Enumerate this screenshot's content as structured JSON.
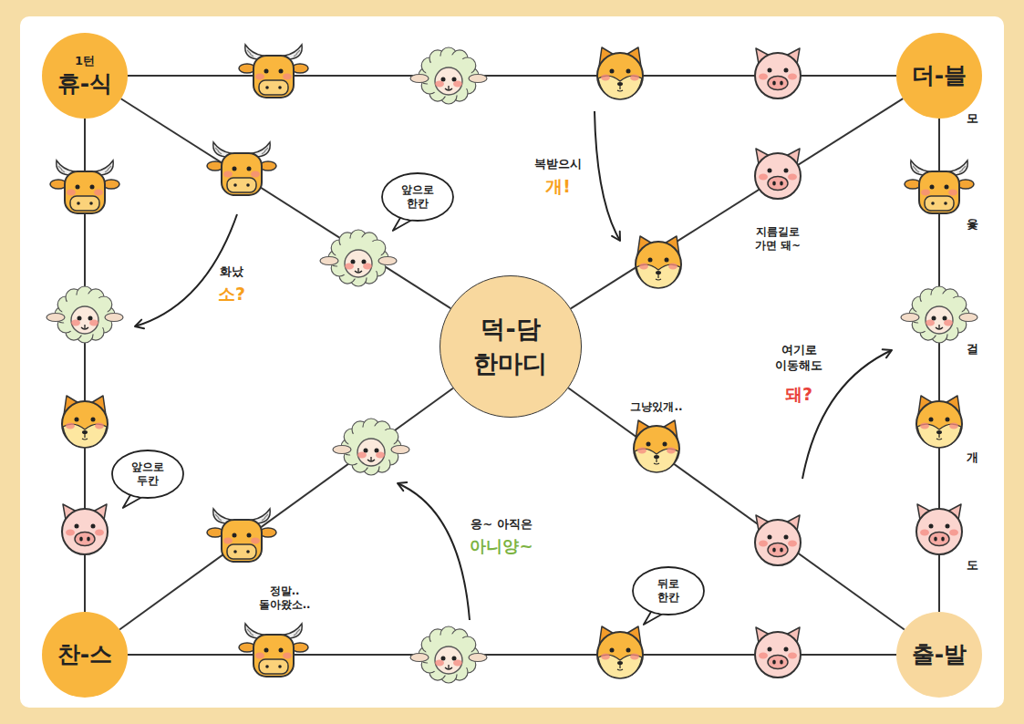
{
  "diagram": {
    "nodes": [
      {
        "text": [
          "1턴",
          "휴-식"
        ]
      },
      {
        "text": [
          "더-블"
        ]
      },
      {
        "text": [
          "앞으로 한칸"
        ]
      },
      {
        "text": [
          "덕-담 한마디"
        ]
      },
      {
        "text": [
          "앞으로 두칸"
        ]
      },
      {
        "text": [
          "뒤로 한칸"
        ]
      },
      {
        "text": [
          "찬-스"
        ]
      },
      {
        "text": [
          "출-발"
        ]
      }
    ],
    "edges": [
      {
        "from": 0,
        "to": 1,
        "arrow": "none"
      },
      {
        "from": 0,
        "to": 6,
        "arrow": "none"
      },
      {
        "from": 6,
        "to": 7,
        "arrow": "none"
      },
      {
        "from": 7,
        "to": 1,
        "arrow": "none"
      },
      {
        "from": 0,
        "to": 3,
        "arrow": "none"
      },
      {
        "from": 1,
        "to": 3,
        "arrow": "none"
      },
      {
        "from": 6,
        "to": 3,
        "arrow": "none"
      },
      {
        "from": 7,
        "to": 3,
        "arrow": "none"
      }
    ],
    "labels": [
      "모",
      "윷",
      "걸",
      "개",
      "도",
      "복받으시",
      "개!",
      "화났",
      "소?",
      "지름길로 가면 돼~",
      "여기로 이동해도",
      "돼?",
      "그냥있개..",
      "응~ 아직은",
      "아니양~",
      "정말.. 돌아왔소.."
    ]
  }
}
